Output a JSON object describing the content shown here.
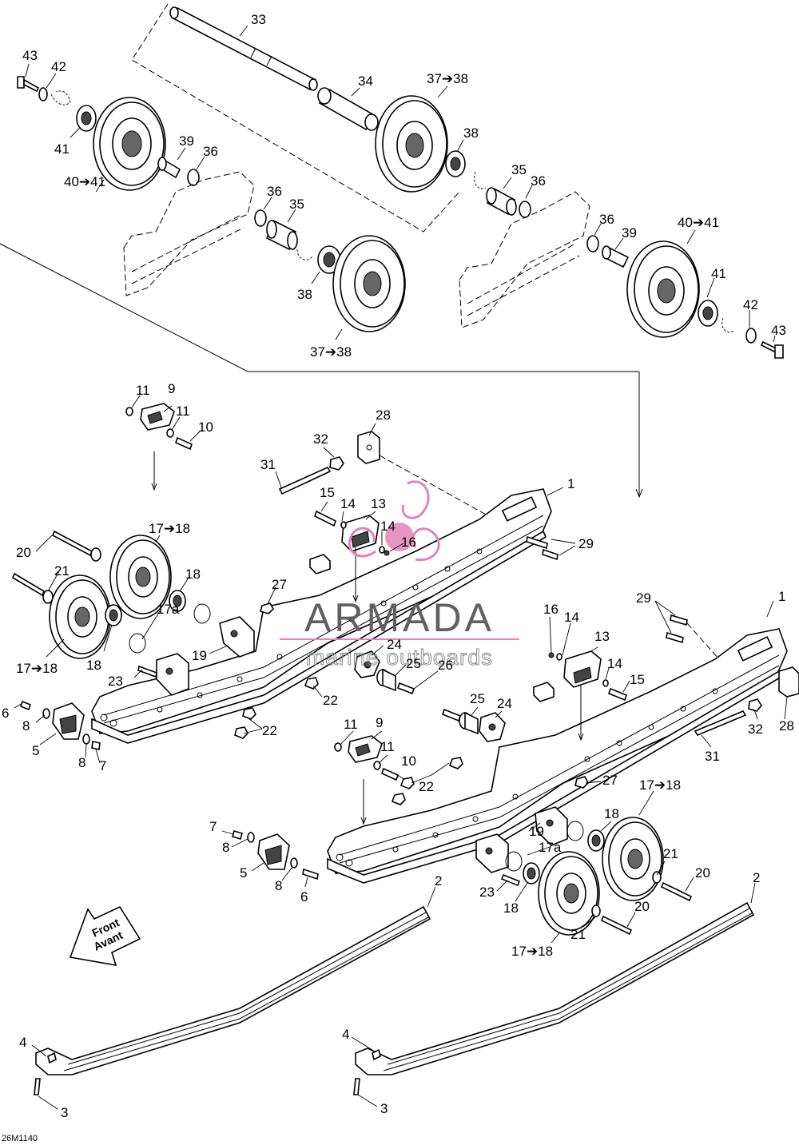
{
  "watermark": {
    "brand": "ARMADA",
    "tagline": "marine outboards",
    "logo_color": "#e084b8"
  },
  "front_label": {
    "line1": "Front",
    "line2": "Avant"
  },
  "figure_ref": "26M1140",
  "labels": {
    "l33": "33",
    "l43a": "43",
    "l42a": "42",
    "l34": "34",
    "l37a": "37➔38",
    "l38a": "38",
    "l41a": "41",
    "l39a": "39",
    "l36a": "36",
    "l40a": "40➔41",
    "l35a": "35",
    "l36b": "36",
    "l36c": "36",
    "l35b": "35",
    "l38b": "38",
    "l37b": "37➔38",
    "l36d": "36",
    "l39b": "39",
    "l40b": "40➔41",
    "l41b": "41",
    "l42b": "42",
    "l43b": "43",
    "l11a": "11",
    "l9a": "9",
    "l11b": "11",
    "l10a": "10",
    "l28a": "28",
    "l32a": "32",
    "l31a": "31",
    "l1a": "1",
    "l15a": "15",
    "l14a": "14",
    "l13a": "13",
    "l14b": "14",
    "l16a": "16",
    "l29a": "29",
    "l17a": "17➔18",
    "l20a": "20",
    "l21a": "21",
    "l18a": "18",
    "l27a": "27",
    "l29b": "29",
    "l1b": "1",
    "l17b": "17a",
    "l19a": "19",
    "l18b": "18",
    "l17c": "17➔18",
    "l24a": "24",
    "l25a": "25",
    "l26a": "26",
    "l16b": "16",
    "l14c": "14",
    "l13b": "13",
    "l14d": "14",
    "l15b": "15",
    "l23a": "23",
    "l22a": "22",
    "l6a": "6",
    "l8a": "8",
    "l22b": "22",
    "l5a": "5",
    "l8b": "8",
    "l7a": "7",
    "l25b": "25",
    "l24b": "24",
    "l32b": "32",
    "l28b": "28",
    "l11c": "11",
    "l9b": "9",
    "l11d": "11",
    "l10b": "10",
    "l31b": "31",
    "l22c": "22",
    "l27b": "27",
    "l17d": "17➔18",
    "l18c": "18",
    "l19b": "19",
    "l7b": "7",
    "l8c": "8",
    "l17e": "17a",
    "l21b": "21",
    "l5b": "5",
    "l8d": "8",
    "l6b": "6",
    "l23b": "23",
    "l20b": "20",
    "l18d": "18",
    "l2a": "2",
    "l2b": "2",
    "l20c": "20",
    "l21c": "21",
    "l17f": "17➔18",
    "l4a": "4",
    "l4b": "4",
    "l3a": "3",
    "l3b": "3"
  }
}
